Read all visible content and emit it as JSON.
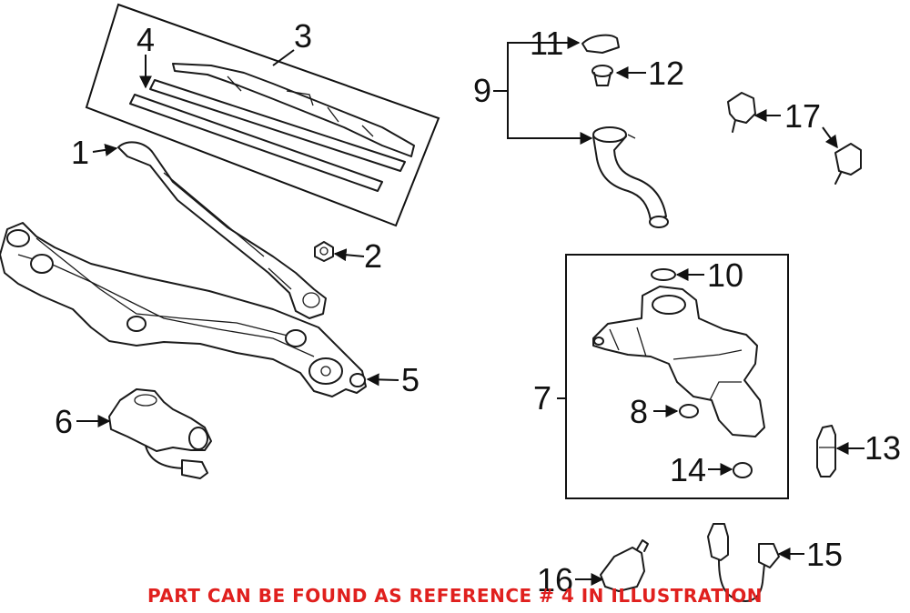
{
  "callouts": {
    "c1": "1",
    "c2": "2",
    "c3": "3",
    "c4": "4",
    "c5": "5",
    "c6": "6",
    "c7": "7",
    "c8": "8",
    "c9": "9",
    "c10": "10",
    "c11": "11",
    "c12": "12",
    "c13": "13",
    "c14": "14",
    "c15": "15",
    "c16": "16",
    "c17": "17"
  },
  "footnote": "PART CAN BE FOUND AS REFERENCE # 4 IN ILLUSTRATION",
  "colors": {
    "line": "#1a1a1a",
    "footnote": "#e0201e",
    "background": "#ffffff"
  }
}
